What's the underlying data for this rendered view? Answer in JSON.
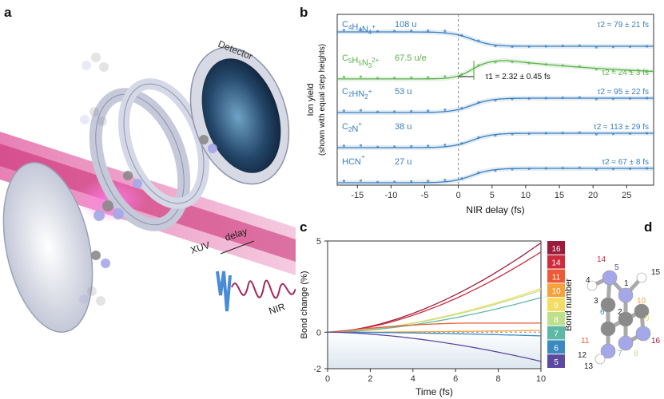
{
  "panels": {
    "a": "a",
    "b": "b",
    "c": "c",
    "d": "d"
  },
  "panel_a": {
    "detector": "Detector",
    "xuv": "XUV",
    "delay": "delay",
    "nir": "NIR"
  },
  "chart_data": [
    {
      "type": "line",
      "panel": "b",
      "xlabel": "NIR delay (fs)",
      "ylabel": "Ion yield",
      "ylabel2": "(shown with equal step heights)",
      "xticks": [
        -15,
        -10,
        -5,
        0,
        5,
        10,
        15,
        20,
        25
      ],
      "xlim": [
        -18,
        29
      ],
      "series": [
        {
          "name": "C4H4N4+",
          "mass": "108 u",
          "tau": "τ2 ≈ 79 ± 21 fs",
          "color": "#3a7dbf",
          "shape": "decrease",
          "labelParts": [
            [
              "C",
              ""
            ],
            [
              "4",
              "sub"
            ],
            [
              "H",
              ""
            ],
            [
              "4",
              "sub"
            ],
            [
              "N",
              ""
            ],
            [
              "4",
              "sub"
            ],
            [
              "+",
              "sup"
            ]
          ]
        },
        {
          "name": "C5H5N3 2+",
          "mass": "67.5 u/e",
          "tau": "τ2 ≈ 24 ± 3 fs",
          "color": "#5ab04a",
          "shape": "peak",
          "labelParts": [
            [
              "C",
              ""
            ],
            [
              "5",
              "sub"
            ],
            [
              "H",
              ""
            ],
            [
              "5",
              "sub"
            ],
            [
              "N",
              ""
            ],
            [
              "3",
              "sub"
            ],
            [
              "2+",
              "sup"
            ]
          ]
        },
        {
          "name": "C2HN2+",
          "mass": "53 u",
          "tau": "τ2 ≈ 95 ± 22 fs",
          "color": "#3a7dbf",
          "shape": "rise",
          "labelParts": [
            [
              "C",
              ""
            ],
            [
              "2",
              "sub"
            ],
            [
              "HN",
              ""
            ],
            [
              "2",
              "sub"
            ],
            [
              "+",
              "sup"
            ]
          ]
        },
        {
          "name": "C2N+",
          "mass": "38 u",
          "tau": "τ2 ≈ 113 ± 29 fs",
          "color": "#3a7dbf",
          "shape": "rise",
          "labelParts": [
            [
              "C",
              ""
            ],
            [
              "2",
              "sub"
            ],
            [
              "N",
              ""
            ],
            [
              "+",
              "sup"
            ]
          ]
        },
        {
          "name": "HCN+",
          "mass": "27 u",
          "tau": "τ2 ≈ 67 ± 8 fs",
          "color": "#3a7dbf",
          "shape": "rise",
          "labelParts": [
            [
              "HCN",
              ""
            ],
            [
              "+",
              "sup"
            ]
          ]
        }
      ],
      "annotation": "τ1 = 2.32 ± 0.45 fs"
    },
    {
      "type": "line",
      "panel": "c",
      "xlabel": "Time (fs)",
      "ylabel": "Bond change (%)",
      "xticks": [
        0,
        2,
        4,
        6,
        8,
        10
      ],
      "yticks": [
        -2,
        0,
        5
      ],
      "xlim": [
        0,
        10
      ],
      "ylim": [
        -2,
        5
      ],
      "colorbar_label": "Bond number",
      "colorbar": [
        {
          "label": "16",
          "color": "#9b1b3b"
        },
        {
          "label": "14",
          "color": "#cf2b3f"
        },
        {
          "label": "11",
          "color": "#ee5a35"
        },
        {
          "label": "10",
          "color": "#f7a13d"
        },
        {
          "label": "9",
          "color": "#f5dd63"
        },
        {
          "label": "8",
          "color": "#bfe08a"
        },
        {
          "label": "7",
          "color": "#5fb8a6"
        },
        {
          "label": "6",
          "color": "#3a8abf"
        },
        {
          "label": "5",
          "color": "#5b4aa0"
        }
      ],
      "series": [
        {
          "bond": "16",
          "color": "#9b1b3b",
          "end": 4.9
        },
        {
          "bond": "14",
          "color": "#cf2b3f",
          "end": 4.4
        },
        {
          "bond": "9",
          "color": "#f5dd63",
          "end": 2.4
        },
        {
          "bond": "8",
          "color": "#bfe08a",
          "end": 2.3
        },
        {
          "bond": "7",
          "color": "#5fb8a6",
          "end": 1.9
        },
        {
          "bond": "11",
          "color": "#ee5a35",
          "end": 0.5
        },
        {
          "bond": "10",
          "color": "#f7a13d",
          "end": 0.1
        },
        {
          "bond": "6",
          "color": "#3a8abf",
          "end": -0.2
        },
        {
          "bond": "5",
          "color": "#5b4aa0",
          "end": -1.6
        }
      ]
    }
  ],
  "panel_d": {
    "labels": [
      {
        "t": "14",
        "c": "#cf2b3f"
      },
      {
        "t": "5",
        "c": "#5b4aa0"
      },
      {
        "t": "15",
        "c": "#222"
      },
      {
        "t": "4",
        "c": "#222"
      },
      {
        "t": "1",
        "c": "#222"
      },
      {
        "t": "3",
        "c": "#222"
      },
      {
        "t": "10",
        "c": "#f7a13d"
      },
      {
        "t": "6",
        "c": "#3a8abf"
      },
      {
        "t": "2",
        "c": "#222"
      },
      {
        "t": "9",
        "c": "#f5dd63"
      },
      {
        "t": "11",
        "c": "#ee5a35"
      },
      {
        "t": "16",
        "c": "#9b1b3b"
      },
      {
        "t": "12",
        "c": "#222"
      },
      {
        "t": "7",
        "c": "#5fb8a6"
      },
      {
        "t": "8",
        "c": "#bfe08a"
      },
      {
        "t": "13",
        "c": "#222"
      }
    ]
  }
}
